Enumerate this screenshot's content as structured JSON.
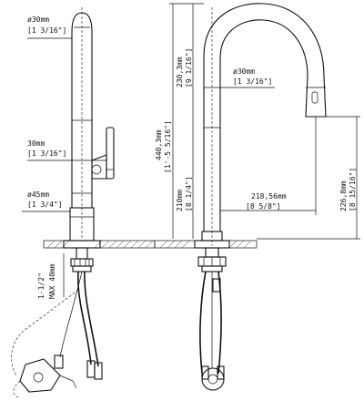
{
  "left_view": {
    "dia_top_mm": "ø30mm",
    "dia_top_in": "[1 3/16\"]",
    "handle_mm": "30mm",
    "handle_in": "[1 3/16\"]",
    "base_mm": "ø45mm",
    "base_in": "[1 3/4\"]",
    "hole_in": "1-1/2\"",
    "hole_max": "MAX 40mm"
  },
  "right_view": {
    "total_height": "440,3mm",
    "total_height_in": "[1'-5 5/16\"]",
    "spout_height": "230,3mm",
    "spout_height_in": "[9 1/16\"]",
    "spout_dia_mm": "ø30mm",
    "spout_dia_in": "[1 3/16\"]",
    "body_height": "210mm",
    "body_height_in": "[8 1/4\"]",
    "reach_mm": "218,56mm",
    "reach_in": "[8 5/8\"]",
    "clearance_mm": "226,8mm",
    "clearance_in": "[8 15/16\"]"
  }
}
